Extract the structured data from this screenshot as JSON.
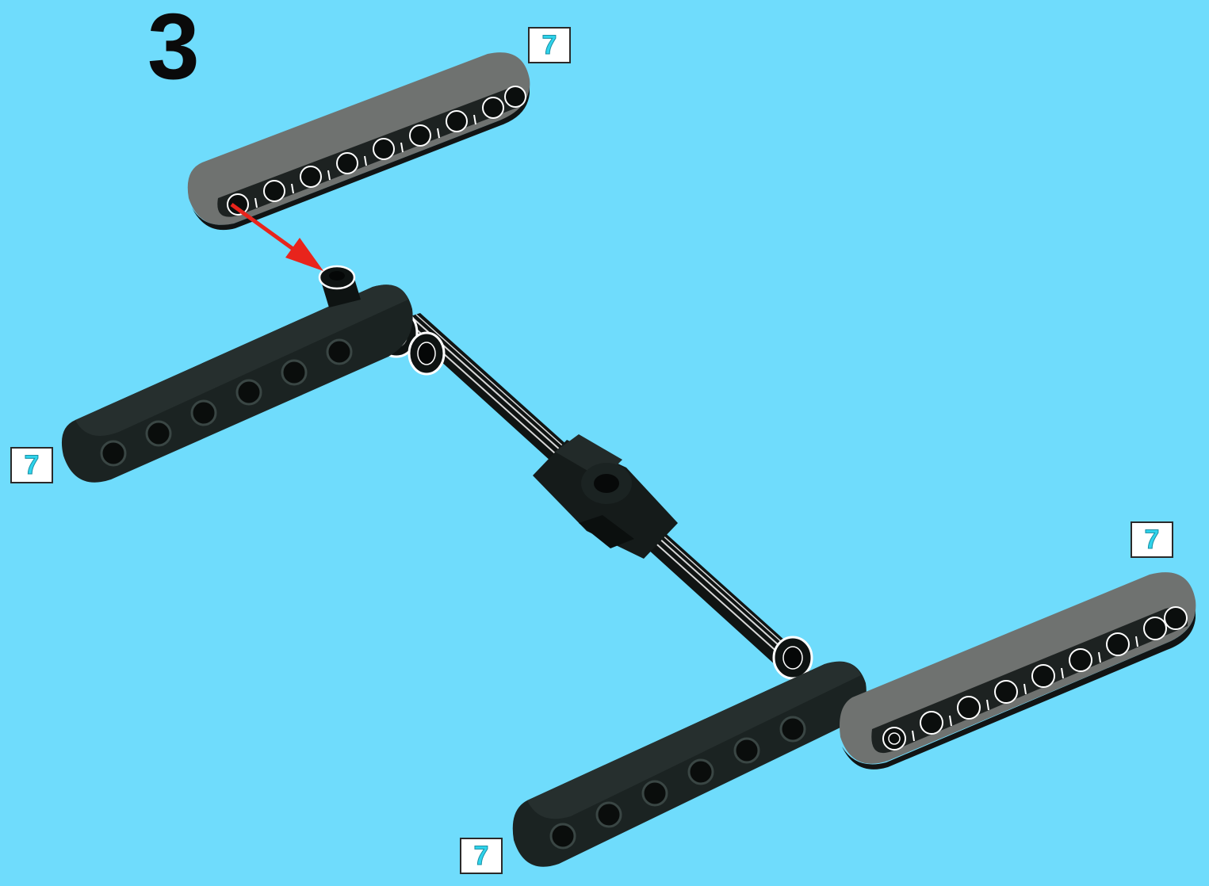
{
  "step": {
    "number": "3"
  },
  "badges": [
    {
      "part": "gray-beam-top",
      "quantity": "7"
    },
    {
      "part": "black-beam-left",
      "quantity": "7"
    },
    {
      "part": "gray-beam-right",
      "quantity": "7"
    },
    {
      "part": "black-beam-bottom",
      "quantity": "7"
    }
  ],
  "colors": {
    "background": "#6fdcfc",
    "gray_beam": "#6f7270",
    "black_beam": "#1b2322",
    "axle": "#101413",
    "arrow": "#e8241c",
    "badge_text": "#2fd4ec"
  }
}
